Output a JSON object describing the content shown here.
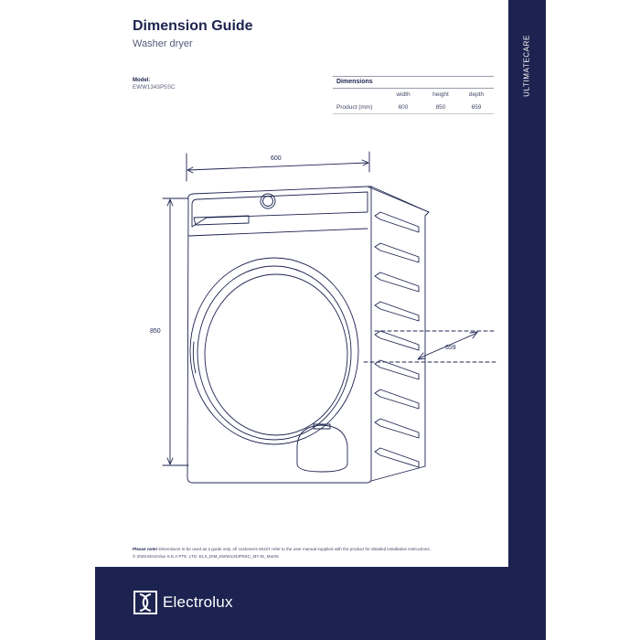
{
  "header": {
    "title": "Dimension Guide",
    "subtitle": "Washer dryer"
  },
  "model": {
    "label": "Model:",
    "value": "EWW1343P5SC"
  },
  "dimensions_table": {
    "heading": "Dimensions",
    "columns": [
      "width",
      "height",
      "depth"
    ],
    "rows": [
      {
        "label": "Product (mm)",
        "values": [
          "600",
          "850",
          "659"
        ]
      }
    ]
  },
  "drawing": {
    "width_label": "600",
    "height_label": "850",
    "depth_label": "659"
  },
  "sidebar": {
    "brand_line": "ULTIMATECARE"
  },
  "notes": {
    "prefix": "Please note!",
    "text": "Dimensions to be used as a guide only. All customers MUST refer to the user manual supplied with the product for detailed installation instructions.",
    "copyright": "© 2025 Electrolux S.E.A PTE. LTD. ELX_DIM_EWW1343P5SC_MY-ID_Mar25"
  },
  "footer": {
    "brand": "Electrolux",
    "background_color": "#1d2350"
  },
  "colors": {
    "navy": "#1d2350",
    "line": "#1d2350"
  }
}
